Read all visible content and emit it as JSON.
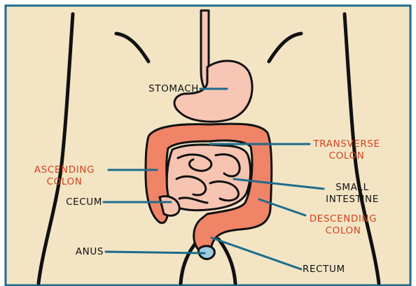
{
  "colors": {
    "background": "#f3e5c4",
    "frame": "#1e6b8c",
    "outline": "#111111",
    "stomach": "#f7c6b4",
    "colon": "#f08466",
    "small_intestine": "#f7c4b2",
    "leader": "#1e6b8c",
    "label_dark": "#111111",
    "label_colon": "#d4421f"
  },
  "labels": {
    "stomach": "STOMACH",
    "transverse_line1": "TRANSVERSE",
    "transverse_line2": "COLON",
    "ascending_line1": "ASCENDING",
    "ascending_line2": "COLON",
    "small_line1": "SMALL",
    "small_line2": "INTESTINE",
    "cecum": "CECUM",
    "descending_line1": "DESCENDING",
    "descending_line2": "COLON",
    "anus": "ANUS",
    "rectum": "RECTUM"
  }
}
